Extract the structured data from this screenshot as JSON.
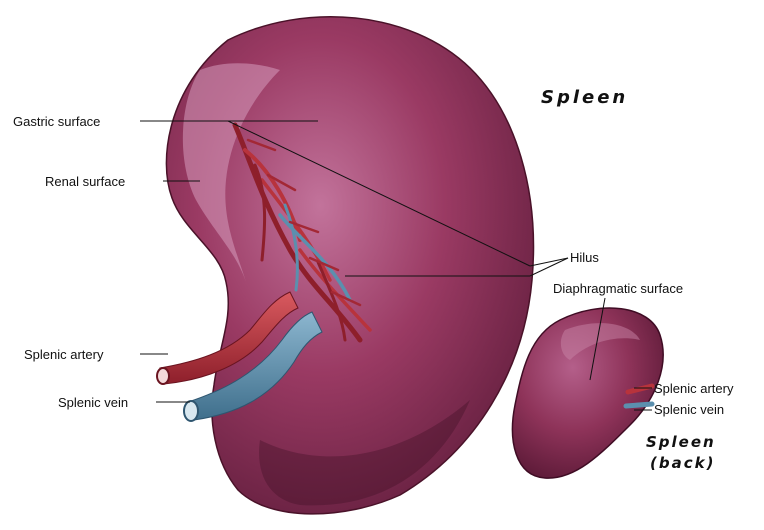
{
  "title": "Spleen",
  "labels": {
    "gastric_surface": "Gastric surface",
    "renal_surface": "Renal surface",
    "hilus": "Hilus",
    "diaphragmatic_surface": "Diaphragmatic surface",
    "splenic_artery": "Splenic artery",
    "splenic_vein": "Splenic vein",
    "back_splenic_artery": "Splenic artery",
    "back_splenic_vein": "Splenic vein"
  },
  "back_view_title": [
    "Spleen",
    "(back)"
  ],
  "colors": {
    "organ": "#9a3a63",
    "organ_light": "#c87aa0",
    "organ_dark": "#5e1a3a",
    "artery": "#b8333c",
    "vein": "#5b8fae"
  }
}
